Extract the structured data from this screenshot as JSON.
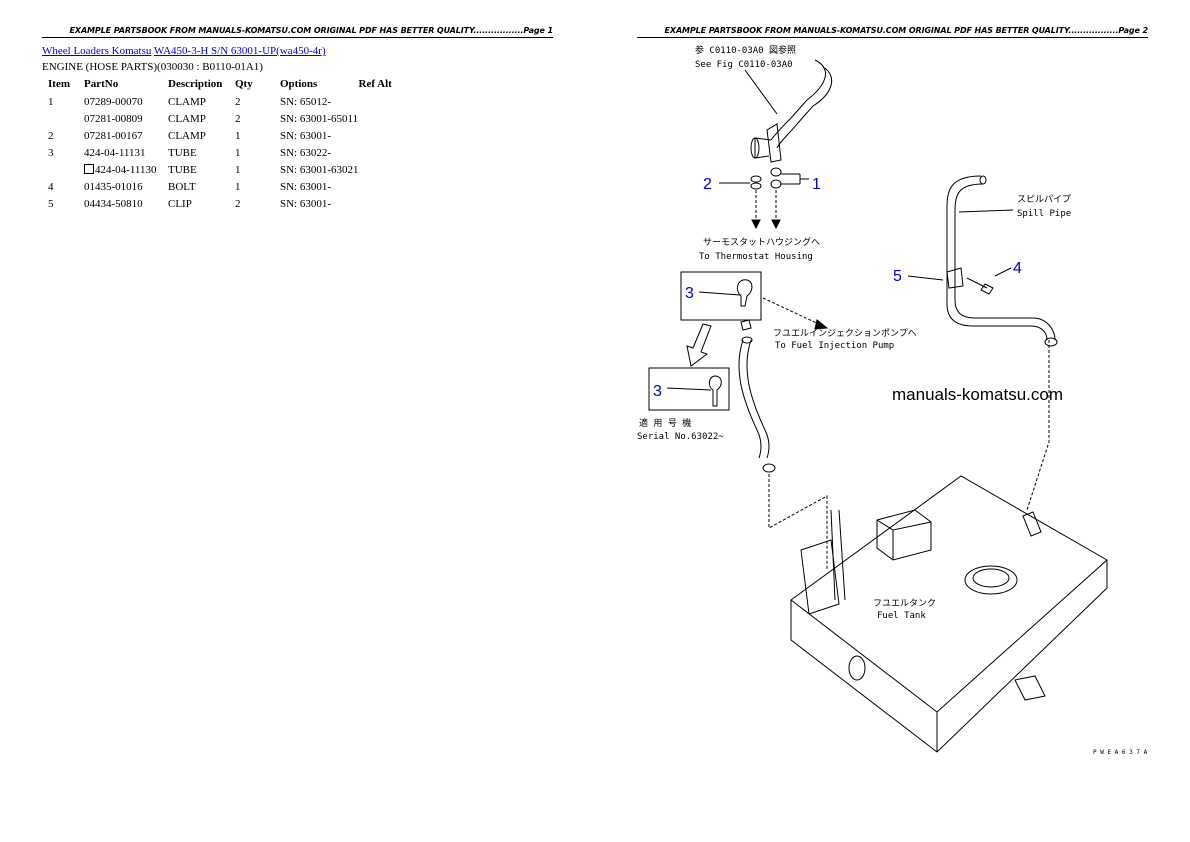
{
  "header_text": "EXAMPLE PARTSBOOK FROM MANUALS-KOMATSU.COM ORIGINAL PDF HAS BETTER QUALITY",
  "header_dots": ".................",
  "page1_label": "Page 1",
  "page2_label": "Page 2",
  "breadcrumb": {
    "link1": "Wheel Loaders Komatsu",
    "link2": "WA450-3-H S/N 63001-UP(wa450-4r)"
  },
  "section_title": "ENGINE (HOSE PARTS)(030030 : B0110-01A1)",
  "table": {
    "headers": [
      "Item",
      "PartNo",
      "Description",
      "Qty",
      "Options",
      "Ref Alt"
    ],
    "rows": [
      {
        "item": "1",
        "part": "07289-00070",
        "desc": "CLAMP",
        "qty": "2",
        "opt": "SN: 65012-"
      },
      {
        "item": "",
        "part": "07281-00809",
        "desc": "CLAMP",
        "qty": "2",
        "opt": "SN: 63001-65011"
      },
      {
        "item": "2",
        "part": "07281-00167",
        "desc": "CLAMP",
        "qty": "1",
        "opt": "SN: 63001-"
      },
      {
        "item": "3",
        "part": "424-04-11131",
        "desc": "TUBE",
        "qty": "1",
        "opt": "SN: 63022-"
      },
      {
        "item": "",
        "part": "424-04-11130",
        "desc": "TUBE",
        "qty": "1",
        "opt": "SN: 63001-63021"
      },
      {
        "item": "4",
        "part": "01435-01016",
        "desc": "BOLT",
        "qty": "1",
        "opt": "SN: 63001-"
      },
      {
        "item": "5",
        "part": "04434-50810",
        "desc": "CLIP",
        "qty": "2",
        "opt": "SN: 63001-"
      }
    ]
  },
  "drawing": {
    "ref_jp": "参 C0110-03A0 図参照",
    "ref_en": "See Fig C0110-03A0",
    "thermo_jp": "サーモスタットハウジングへ",
    "thermo_en": "To Thermostat Housing",
    "pump_jp": "フユエルインジェクションポンプへ",
    "pump_en": "To Fuel Injection Pump",
    "spill_jp": "スピルパイプ",
    "spill_en": "Spill Pipe",
    "serial_jp": "適 用 号 機",
    "serial_en": "Serial No.63022~",
    "tank_jp": "フユエルタンク",
    "tank_en": "Fuel Tank",
    "watermark": "manuals-komatsu.com",
    "drawing_code": "P W E A 6 3 7 A",
    "callouts": [
      "1",
      "2",
      "3",
      "3",
      "4",
      "5"
    ],
    "callout_color": "#0000cc"
  }
}
